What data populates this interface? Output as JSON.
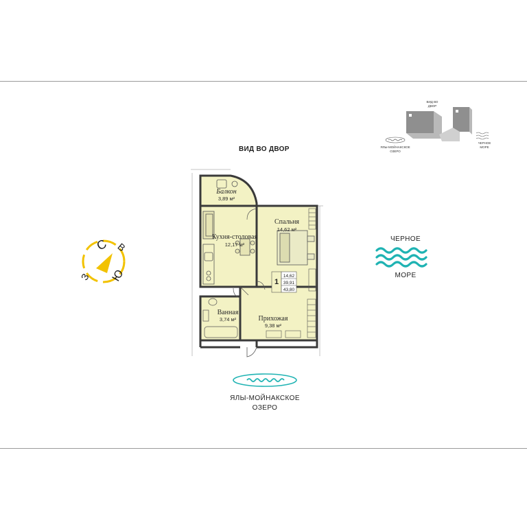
{
  "view_label": "ВИД ВО ДВОР",
  "sea": {
    "line1": "ЧЕРНОЕ",
    "line2": "МОРЕ",
    "color": "#1fb3b3"
  },
  "lake": {
    "line1": "ЯЛЫ-МОЙНАКСКОЕ",
    "line2": "ОЗЕРО",
    "color": "#1fb3b3"
  },
  "compass": {
    "n": "С",
    "e": "В",
    "s": "Ю",
    "w": "З",
    "accent": "#f2c200"
  },
  "mini_map": {
    "top_label_1": "ВИД ВО",
    "top_label_2": "ДВОР",
    "lake_1": "ЯЛЫ-МОЙНАКСКОЕ",
    "lake_2": "ОЗЕРО",
    "sea_1": "ЧЕРНОЕ",
    "sea_2": "МОРЕ"
  },
  "rooms": [
    {
      "name": "Балкон",
      "area": "3,89 м²"
    },
    {
      "name": "Кухня-столовая",
      "area": "12,17 м²"
    },
    {
      "name": "Спальня",
      "area": "14,62 м²"
    },
    {
      "name": "Ванная",
      "area": "3,74 м²"
    },
    {
      "name": "Прихожая",
      "area": "9,38 м²"
    }
  ],
  "summary": {
    "rooms_count": "1",
    "living": "14,62",
    "usable": "39,91",
    "total": "43,80"
  },
  "plan_fill": "#f3f2c4"
}
